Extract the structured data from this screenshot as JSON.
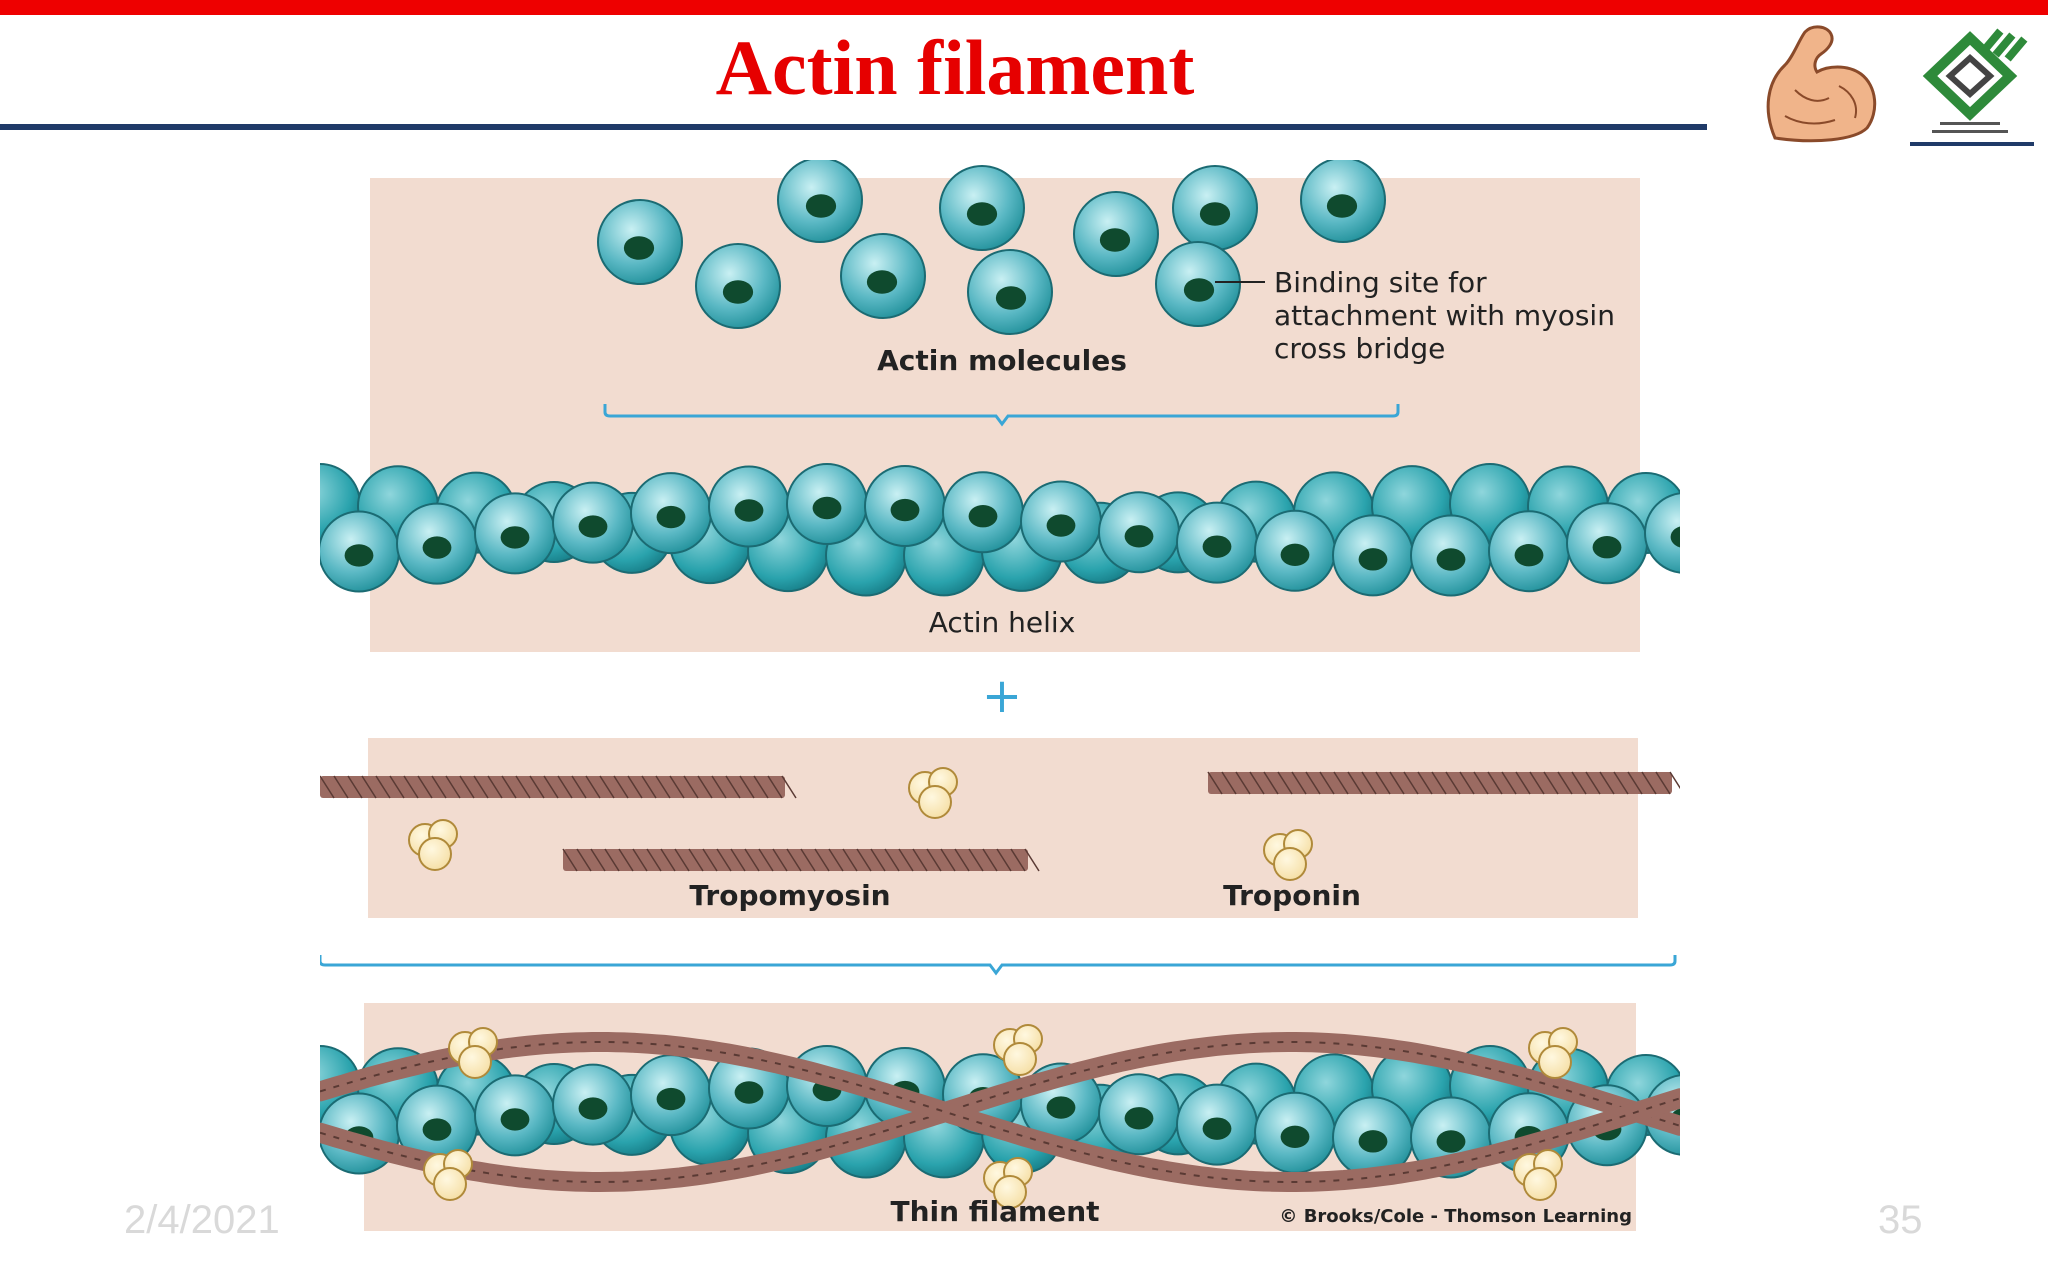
{
  "slide": {
    "title": "Actin filament",
    "date": "2/4/2021",
    "page_number": "35"
  },
  "figure": {
    "labels": {
      "actin_molecules": "Actin molecules",
      "binding_site_line1": "Binding site for",
      "binding_site_line2": "attachment with myosin",
      "binding_site_line3": "cross bridge",
      "actin_helix": "Actin helix",
      "plus": "+",
      "tropomyosin": "Tropomyosin",
      "troponin": "Troponin",
      "thin_filament": "Thin filament",
      "credit": "© Brooks/Cole - Thomson Learning"
    }
  },
  "logos": [
    {
      "name": "flexed-arm-icon"
    },
    {
      "name": "university-emblem-icon"
    }
  ],
  "colors": {
    "title": "#e60000",
    "top_bar": "#ee0000",
    "rule": "#1f3a68",
    "panel": "#f2dcd0",
    "actin": "#5ab8c4",
    "actin_dark": "#1f8f99",
    "binding_site": "#0f4a2e",
    "tropomyosin": "#9b6b62",
    "troponin": "#f5dea4",
    "brace": "#3aa6d6"
  }
}
